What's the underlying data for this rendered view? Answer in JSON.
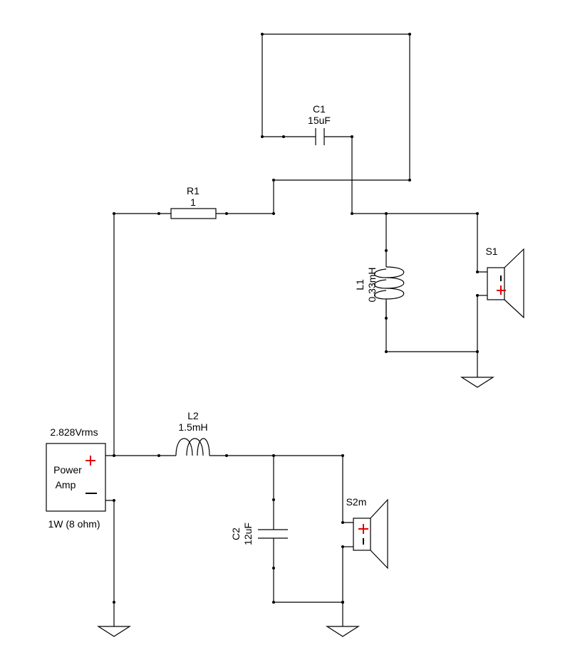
{
  "components": {
    "c1": {
      "ref": "C1",
      "value": "15uF"
    },
    "r1": {
      "ref": "R1",
      "value": "1"
    },
    "l1": {
      "ref": "L1",
      "value": "0.33mH"
    },
    "s1": {
      "ref": "S1"
    },
    "l2": {
      "ref": "L2",
      "value": "1.5mH"
    },
    "c2": {
      "ref": "C2",
      "value": "12uF"
    },
    "s2": {
      "ref": "S2m"
    },
    "amp": {
      "voltage": "2.828Vrms",
      "name_line1": "Power",
      "name_line2": "Amp",
      "rating": "1W (8 ohm)"
    }
  },
  "colors": {
    "wire": "#000000",
    "polarity_plus": "#e00000"
  }
}
